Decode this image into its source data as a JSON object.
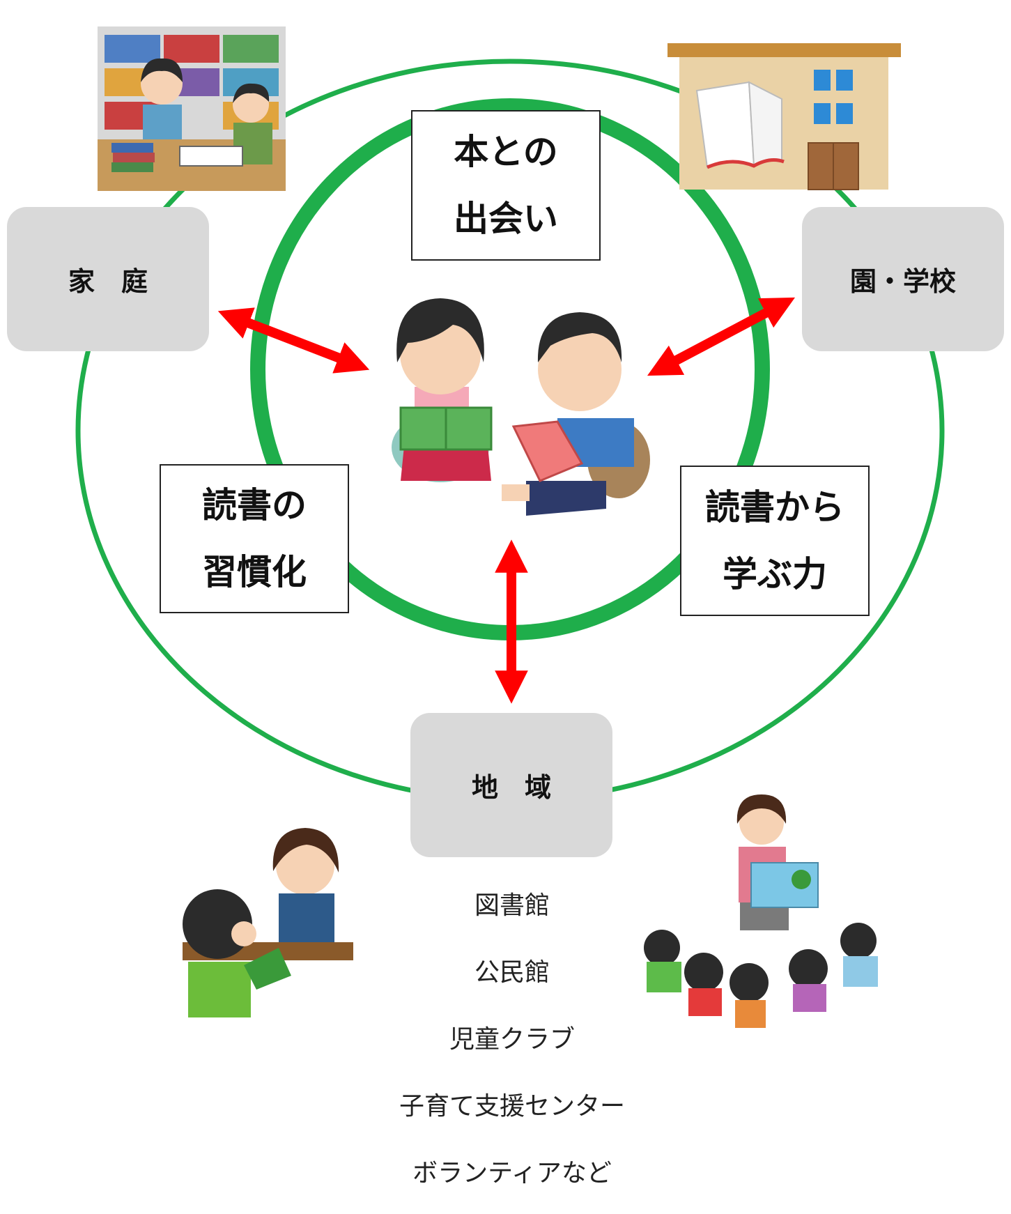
{
  "center": {
    "top_label": [
      "本との",
      "出会い"
    ],
    "left_label": [
      "読書の",
      "習慣化"
    ],
    "right_label": [
      "読書から",
      "学ぶ力"
    ]
  },
  "nodes": {
    "home": "家　庭",
    "school": "園・学校",
    "community": "地　域"
  },
  "community_list": [
    "図書館",
    "公民館",
    "児童クラブ",
    "子育て支援センター",
    "ボランティアなど"
  ],
  "colors": {
    "ring": "#1fae4b",
    "arrow": "#ff0000",
    "node_fill": "#d9d9d9"
  },
  "icons": [
    "family-reading-illustration",
    "school-building-icon",
    "children-reading-illustration",
    "librarian-counter-illustration",
    "storytelling-illustration"
  ]
}
